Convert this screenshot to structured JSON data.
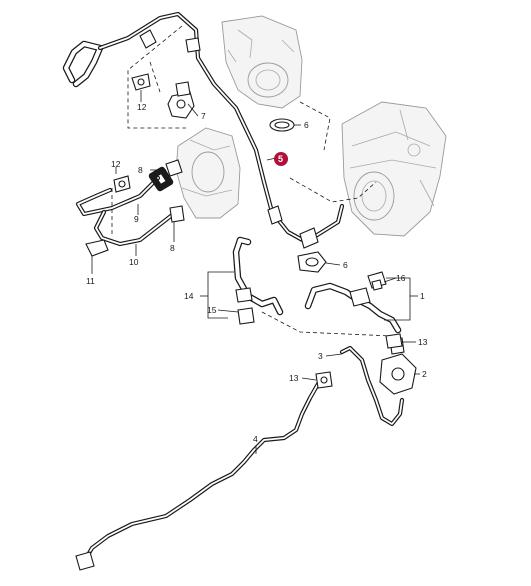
{
  "colors": {
    "line": "#1a1a1a",
    "highlight_marker": "#b0103a",
    "ghost_fill": "#f4f4f4",
    "ghost_stroke": "#9a9a9a"
  },
  "callouts": {
    "c1": "1",
    "c2": "2",
    "c3": "3",
    "c4": "4",
    "c5": "5",
    "c6a": "6",
    "c6b": "6",
    "c7": "7",
    "c8a": "8",
    "c8b": "8",
    "c9": "9",
    "c10": "10",
    "c11": "11",
    "c12a": "12",
    "c12b": "12",
    "c13a": "13",
    "c13b": "13",
    "c14": "14",
    "c15": "15",
    "c16": "16"
  }
}
